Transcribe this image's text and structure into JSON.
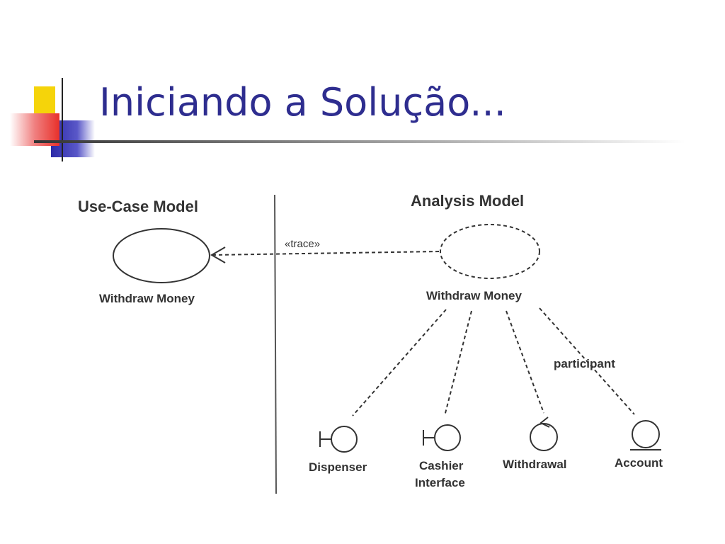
{
  "slide": {
    "title": "Iniciando a Solução..."
  },
  "diagram": {
    "use_case_model": {
      "heading": "Use-Case Model",
      "use_case_label": "Withdraw Money"
    },
    "analysis_model": {
      "heading": "Analysis Model",
      "use_case_label": "Withdraw Money",
      "participant_label": "participant",
      "classes": [
        {
          "kind": "boundary",
          "label": [
            "Dispenser"
          ]
        },
        {
          "kind": "boundary",
          "label": [
            "Cashier",
            "Interface"
          ]
        },
        {
          "kind": "control",
          "label": [
            "Withdrawal"
          ]
        },
        {
          "kind": "entity",
          "label": [
            "Account"
          ]
        }
      ]
    },
    "trace_label": "«trace»"
  },
  "colors": {
    "title": "#2e2d8f",
    "accent_yellow": "#f5d40a",
    "accent_red": "#e8302a",
    "accent_blue": "#2c2aa8",
    "diagram_ink": "#333333"
  }
}
